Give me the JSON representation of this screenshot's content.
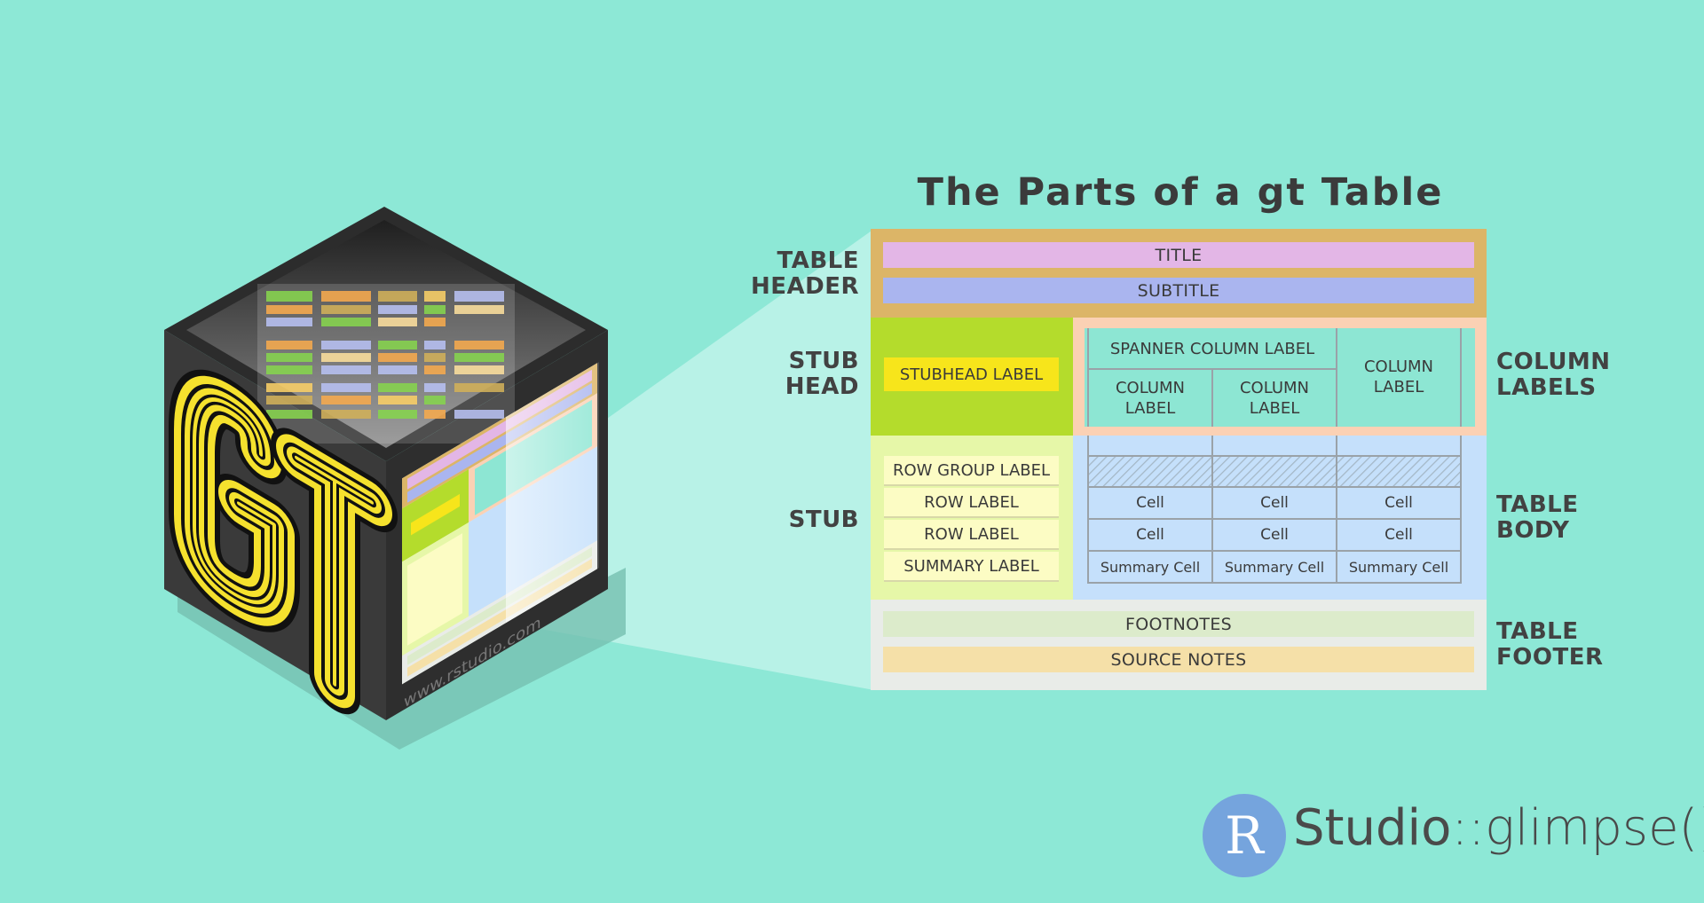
{
  "title": "The Parts of a gt Table",
  "side_labels": {
    "table_header": [
      "TABLE",
      "HEADER"
    ],
    "stub_head": [
      "STUB",
      "HEAD"
    ],
    "stub": [
      "STUB"
    ],
    "column_labels": [
      "COLUMN",
      "LABELS"
    ],
    "table_body": [
      "TABLE",
      "BODY"
    ],
    "table_footer": [
      "TABLE",
      "FOOTER"
    ]
  },
  "header": {
    "title": "TITLE",
    "subtitle": "SUBTITLE"
  },
  "stubhead_label": "STUBHEAD LABEL",
  "column_labels": {
    "spanner": "SPANNER COLUMN LABEL",
    "col1": [
      "COLUMN",
      "LABEL"
    ],
    "col2": [
      "COLUMN",
      "LABEL"
    ],
    "col3": [
      "COLUMN",
      "LABEL"
    ]
  },
  "stub": {
    "row_group_label": "ROW GROUP LABEL",
    "row_label_1": "ROW LABEL",
    "row_label_2": "ROW LABEL",
    "summary_label": "SUMMARY LABEL"
  },
  "body": {
    "cell": "Cell",
    "summary_cell": "Summary Cell"
  },
  "footer": {
    "footnotes": "FOOTNOTES",
    "source_notes": "SOURCE NOTES"
  },
  "cube": {
    "logo_letters": "GT",
    "url": "www.rstudio.com"
  },
  "brand": {
    "r_letter": "R",
    "studio": "Studio",
    "suffix": "::glimpse()"
  },
  "colors": {
    "background": "#8de8d6",
    "header_zone": "#dcb567",
    "title_bar": "#e3b6e6",
    "subtitle_bar": "#aab5ef",
    "stub_head_zone": "#b4dc2c",
    "stubhead_label": "#f7e51b",
    "column_label_zone": "#fbd1b4",
    "column_label_inner": "#8de6d3",
    "body_zone": "#c5e0fb",
    "stub_zone": "#e6f7a8",
    "footer_zone": "#e9ece8",
    "footnotes_bar": "#dcebcb",
    "source_notes_bar": "#f5e0a8",
    "brand_circle": "#75a4dd"
  }
}
